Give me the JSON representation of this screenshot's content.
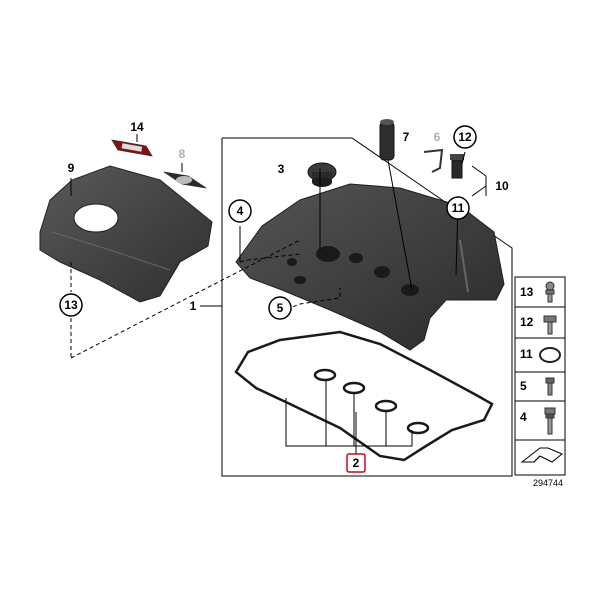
{
  "diagram_id": "294744",
  "callouts": {
    "c1": "1",
    "c2": "2",
    "c3": "3",
    "c4": "4",
    "c5": "5",
    "c6": "6",
    "c7": "7",
    "c8": "8",
    "c9": "9",
    "c10": "10",
    "c11": "11",
    "c12": "12",
    "c13": "13",
    "c14": "14"
  },
  "side_panel": [
    "13",
    "12",
    "11",
    "5",
    "4"
  ],
  "colors": {
    "line": "#000000",
    "cover": "#3c3c3c",
    "highlight": "#d0021b",
    "inactive_label": "#b0b0b0"
  },
  "icons": [
    "return-arrow-icon"
  ]
}
